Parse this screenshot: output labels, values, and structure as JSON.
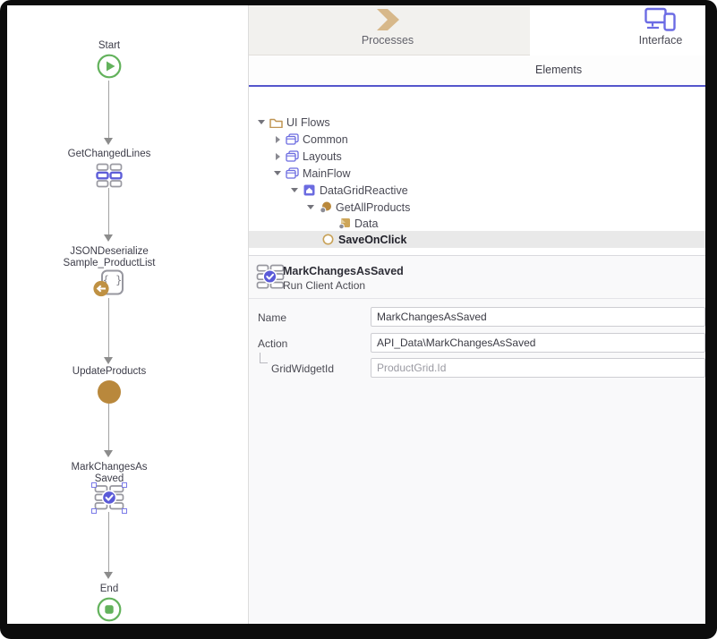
{
  "colors": {
    "accent_purple": "#5d5dd8",
    "elements_line_blue": "#5456cc",
    "gold": "#c79c52",
    "gold_dark": "#b9883c",
    "green": "#63b25c",
    "selected_row_gray": "#e9e9e9",
    "inactive_tab_bg": "#f2f1ee"
  },
  "tabs": [
    {
      "label": "Processes",
      "icon": "process-chevron-icon",
      "active": false
    },
    {
      "label": "Interface",
      "icon": "devices-icon",
      "active": true
    }
  ],
  "elements_panel": {
    "title": "Elements"
  },
  "tree": {
    "items": [
      {
        "label": "UI Flows",
        "icon": "folder-icon",
        "expanded": true
      },
      {
        "label": "Common",
        "icon": "ui-flow-icon",
        "expanded": false
      },
      {
        "label": "Layouts",
        "icon": "ui-flow-icon",
        "expanded": false
      },
      {
        "label": "MainFlow",
        "icon": "ui-flow-icon",
        "expanded": true
      },
      {
        "label": "DataGridReactive",
        "icon": "home-screen-icon",
        "expanded": true
      },
      {
        "label": "GetAllProducts",
        "icon": "aggregate-icon",
        "expanded": true
      },
      {
        "label": "Data",
        "icon": "data-output-icon"
      },
      {
        "label": "SaveOnClick",
        "icon": "client-action-circle-icon",
        "selected": true
      }
    ]
  },
  "flow": {
    "nodes": [
      {
        "label": "Start",
        "type": "start"
      },
      {
        "label": "GetChangedLines",
        "type": "grid-rows-action"
      },
      {
        "label": "JSONDeserialize\nSample_ProductList",
        "type": "json-deserialize"
      },
      {
        "label": "UpdateProducts",
        "type": "server-action-circle"
      },
      {
        "label": "MarkChangesAs\nSaved",
        "type": "run-client-action",
        "selected": true
      },
      {
        "label": "End",
        "type": "end"
      }
    ]
  },
  "properties": {
    "title": "MarkChangesAsSaved",
    "subtitle": "Run Client Action",
    "fields": [
      {
        "label": "Name",
        "value": "MarkChangesAsSaved"
      },
      {
        "label": "Action",
        "value": "API_Data\\MarkChangesAsSaved"
      },
      {
        "label": "GridWidgetId",
        "value": "ProductGrid.Id",
        "muted": true
      }
    ]
  }
}
